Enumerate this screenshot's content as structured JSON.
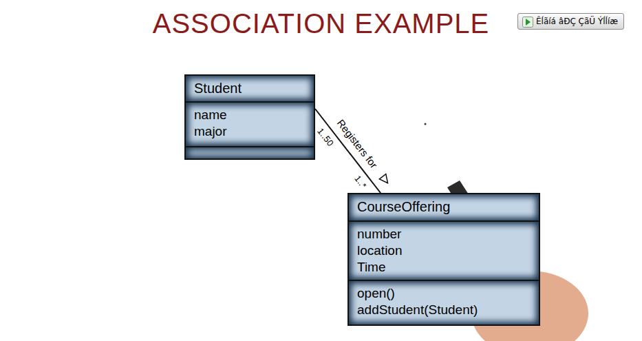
{
  "diagram": {
    "title": "ASSOCIATION EXAMPLE",
    "nodes": [
      {
        "text": [
          "Student",
          "name",
          "major"
        ]
      },
      {
        "text": [
          "CourseOffering",
          "number",
          "location",
          "Time",
          "open()",
          "addStudent(Student)"
        ]
      }
    ],
    "edges": [
      {
        "from": 0,
        "to": 1,
        "arrow": "none",
        "label": "Registers for"
      }
    ],
    "labels": [
      "1..50",
      "1..*",
      "Êĺãíá âĐÇ ÇãÜ Ýĺĺíæ"
    ]
  }
}
